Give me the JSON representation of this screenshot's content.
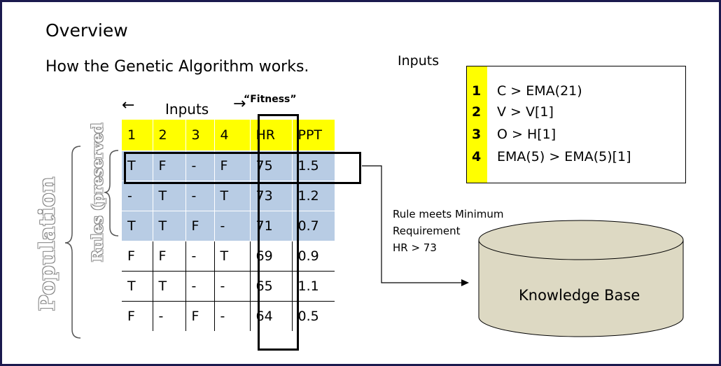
{
  "title": "Overview",
  "subtitle": "How the Genetic Algorithm works.",
  "inputs_heading": "Inputs",
  "legend": [
    {
      "num": "1",
      "text": "C > EMA(21)"
    },
    {
      "num": "2",
      "text": "V > V[1]"
    },
    {
      "num": "3",
      "text": "O > H[1]"
    },
    {
      "num": "4",
      "text": "EMA(5) > EMA(5)[1]"
    }
  ],
  "table_header_label": "Inputs",
  "fitness_label": "“Fitness”",
  "arrow_left": "←",
  "arrow_right": "→",
  "population_label": "Population",
  "rules_label": "Rules (preserved",
  "columns": [
    "1",
    "2",
    "3",
    "4",
    "HR",
    "PPT"
  ],
  "rows": [
    [
      "T",
      "F",
      "-",
      "F",
      "75",
      "1.5"
    ],
    [
      "-",
      "T",
      "-",
      "T",
      "73",
      "1.2"
    ],
    [
      "T",
      "T",
      "F",
      "-",
      "71",
      "0.7"
    ],
    [
      "F",
      "F",
      "-",
      "T",
      "69",
      "0.9"
    ],
    [
      "T",
      "T",
      "-",
      "-",
      "65",
      "1.1"
    ],
    [
      "F",
      "-",
      "F",
      "-",
      "64",
      "0.5"
    ]
  ],
  "requirement": {
    "line1": "Rule meets Minimum",
    "line2": "Requirement",
    "line3": "HR > 73"
  },
  "knowledge_base": "Knowledge Base",
  "colors": {
    "header": "#ffff00",
    "preserved": "#b8cce4",
    "kb": "#ddd9c3",
    "frame": "#1b1a4e"
  }
}
